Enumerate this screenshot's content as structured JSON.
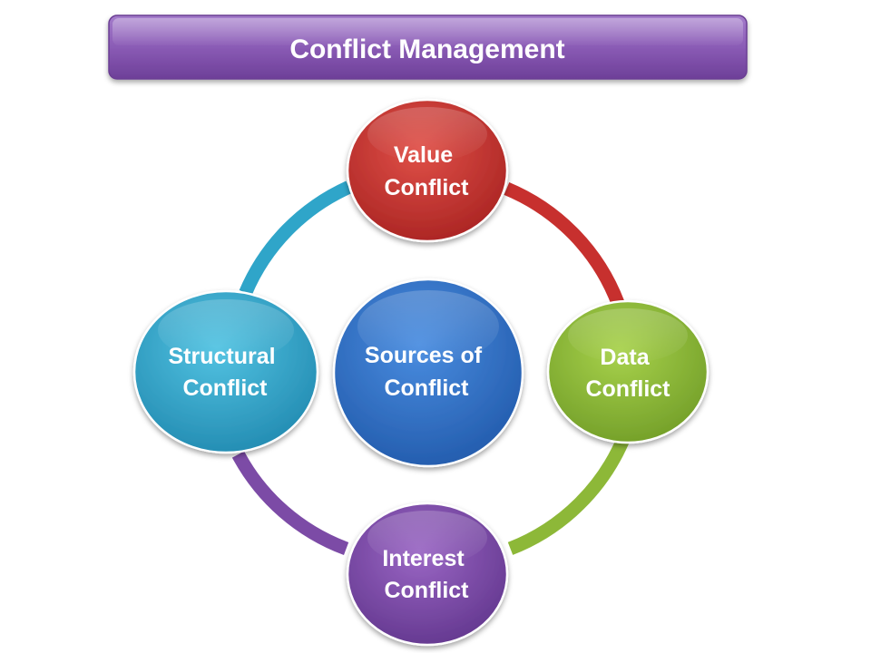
{
  "title": "Conflict Management",
  "center": {
    "line1": "Sources of",
    "line2": "Conflict",
    "color": "#2E6FC8"
  },
  "nodes": [
    {
      "id": "value",
      "line1": "Value",
      "line2": "Conflict",
      "color": "#C7302E"
    },
    {
      "id": "data",
      "line1": "Data",
      "line2": "Conflict",
      "color": "#8DB838"
    },
    {
      "id": "interest",
      "line1": "Interest",
      "line2": "Conflict",
      "color": "#7C4BA6"
    },
    {
      "id": "structural",
      "line1": "Structural",
      "line2": "Conflict",
      "color": "#2FA5C9"
    }
  ],
  "colors": {
    "banner": "#8B5DB6",
    "arc_value_data": "#C7302E",
    "arc_data_interest": "#8DB838",
    "arc_interest_structural": "#7C4BA6",
    "arc_structural_value": "#2FA5C9"
  }
}
